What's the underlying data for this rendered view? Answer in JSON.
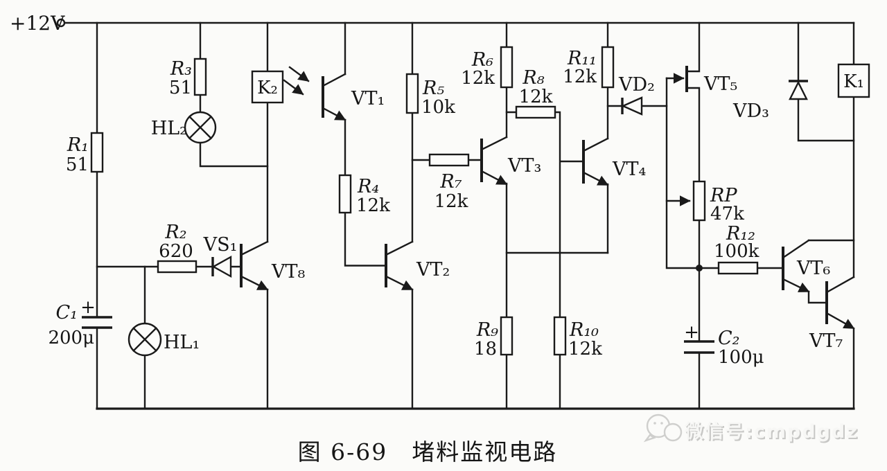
{
  "figure": {
    "supply_label": "+12V",
    "caption": "图 6-69　堵料监视电路",
    "watermark": {
      "icon": "wechat-icon",
      "text": "微信号:cmpdgdz"
    }
  },
  "components": {
    "r1": {
      "ref": "R₁",
      "value": "51"
    },
    "r2": {
      "ref": "R₂",
      "value": "620"
    },
    "r3": {
      "ref": "R₃",
      "value": "51"
    },
    "r4": {
      "ref": "R₄",
      "value": "12k"
    },
    "r5": {
      "ref": "R₅",
      "value": "10k"
    },
    "r6": {
      "ref": "R₆",
      "value": "12k"
    },
    "r7": {
      "ref": "R₇",
      "value": "12k"
    },
    "r8": {
      "ref": "R₈",
      "value": "12k"
    },
    "r9": {
      "ref": "R₉",
      "value": "18"
    },
    "r10": {
      "ref": "R₁₀",
      "value": "12k"
    },
    "r11": {
      "ref": "R₁₁",
      "value": "12k"
    },
    "r12": {
      "ref": "R₁₂",
      "value": "100k"
    },
    "rp": {
      "ref": "RP",
      "value": "47k"
    },
    "c1": {
      "ref": "C₁",
      "value": "200μ",
      "polarity": "+"
    },
    "c2": {
      "ref": "C₂",
      "value": "100μ",
      "polarity": "+"
    },
    "hl1": {
      "ref": "HL₁"
    },
    "hl2": {
      "ref": "HL₂"
    },
    "k1": {
      "ref": "K₁"
    },
    "k2": {
      "ref": "K₂"
    },
    "vs1": {
      "ref": "VS₁"
    },
    "vd2": {
      "ref": "VD₂"
    },
    "vd3": {
      "ref": "VD₃"
    },
    "vt1": {
      "ref": "VT₁"
    },
    "vt2": {
      "ref": "VT₂"
    },
    "vt3": {
      "ref": "VT₃"
    },
    "vt4": {
      "ref": "VT₄"
    },
    "vt5": {
      "ref": "VT₅"
    },
    "vt6": {
      "ref": "VT₆"
    },
    "vt7": {
      "ref": "VT₇"
    },
    "vt8": {
      "ref": "VT₈"
    }
  }
}
